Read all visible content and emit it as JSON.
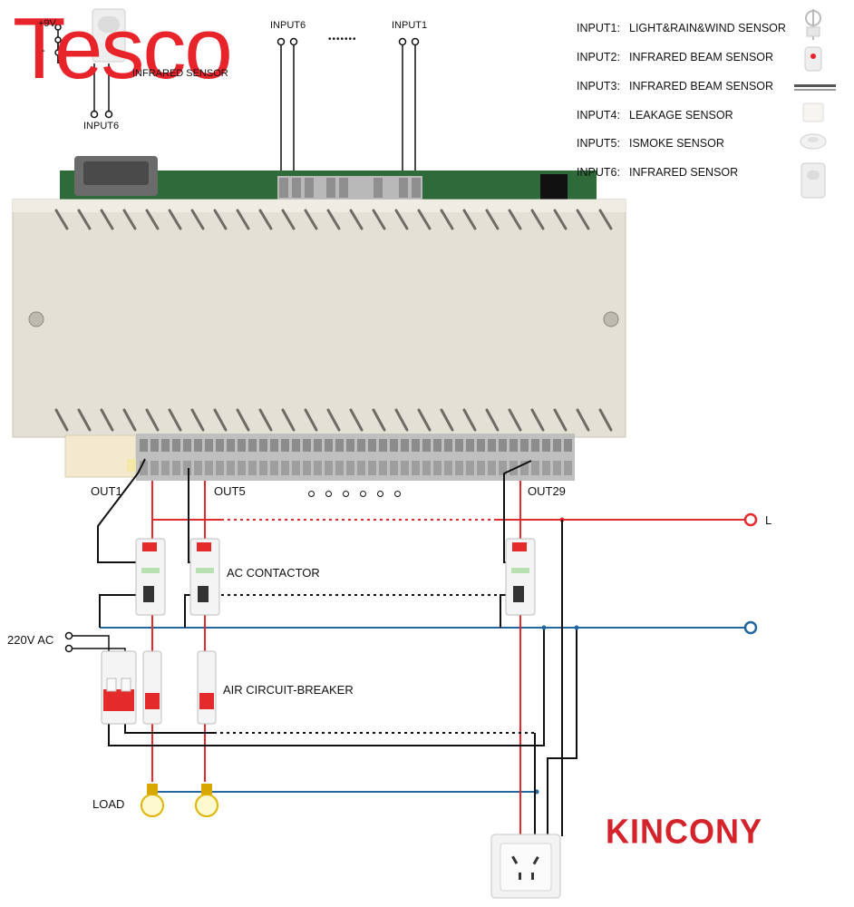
{
  "brand": {
    "watermark": "Tesco",
    "logo": "KINCONY",
    "watermark_color": "#e8242b",
    "logo_color": "#d4232b"
  },
  "colors": {
    "live": "#e32b2b",
    "neutral": "#2367a0",
    "wire": "#111111",
    "chassis": "#e3e0d6"
  },
  "top_sensor": {
    "plus9v": "+9V",
    "gnd": "-",
    "name": "INFRARED SENSOR",
    "input": "INPUT6"
  },
  "inputs": {
    "left": "INPUT6",
    "right": "INPUT1",
    "dots": "•••••••"
  },
  "legend": [
    {
      "key": "INPUT1:",
      "value": "LIGHT&RAIN&WIND SENSOR",
      "icon": "weather-sensor-icon"
    },
    {
      "key": "INPUT2:",
      "value": "INFRARED BEAM SENSOR",
      "icon": "beam-sensor-icon"
    },
    {
      "key": "INPUT3:",
      "value": "INFRARED BEAM SENSOR",
      "icon": "beam-bar-icon"
    },
    {
      "key": "INPUT4:",
      "value": "LEAKAGE SENSOR",
      "icon": "leak-sensor-icon"
    },
    {
      "key": "INPUT5:",
      "value": "ISMOKE SENSOR",
      "icon": "smoke-sensor-icon"
    },
    {
      "key": "INPUT6:",
      "value": "INFRARED SENSOR",
      "icon": "pir-sensor-icon"
    }
  ],
  "outputs": {
    "out1": "OUT1",
    "out5": "OUT5",
    "out29": "OUT29"
  },
  "labels": {
    "live": "L",
    "ac_contactor": "AC CONTACTOR",
    "power_in": "220V AC",
    "breaker": "AIR CIRCUIT-BREAKER",
    "load": "LOAD"
  }
}
